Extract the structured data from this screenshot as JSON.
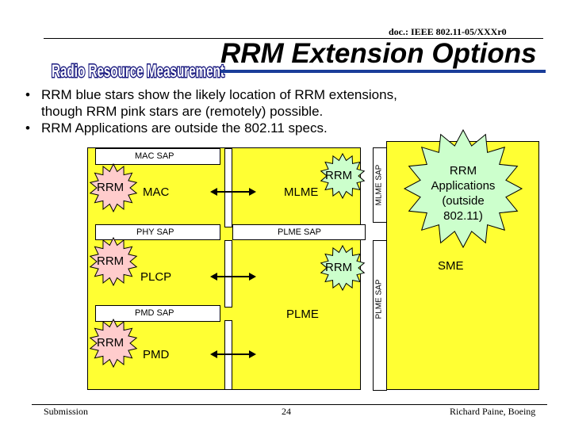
{
  "header": {
    "doc_id": "doc.: IEEE 802.11-05/XXXr0",
    "title": "RRM Extension Options",
    "logo_text": "Radio Resource Measurement"
  },
  "bullets": [
    {
      "line1": "RRM blue stars show the likely location of RRM extensions,",
      "line2": "though RRM pink stars are (remotely) possible."
    },
    {
      "line1": "RRM Applications are outside the 802.11 specs.",
      "line2": ""
    }
  ],
  "diagram": {
    "mac_sap": "MAC SAP",
    "mac": "MAC",
    "mlme": "MLME",
    "mlme_sap": "MLME SAP",
    "phy_sap": "PHY SAP",
    "plme_sap_h": "PLME SAP",
    "plcp": "PLCP",
    "plme_sap_v": "PLME SAP",
    "pmd_sap": "PMD SAP",
    "plme": "PLME",
    "pmd": "PMD",
    "sme": "SME",
    "rrm_label": "RRM",
    "rrm_app_lines": [
      "RRM",
      "Applications",
      "(outside",
      "802.11)"
    ],
    "colors": {
      "yellow": "#ffff33",
      "pink_star": "#ffcccc",
      "blue_star": "#ccffcc",
      "app_star": "#ccffcc"
    }
  },
  "footer": {
    "left": "Submission",
    "page": "24",
    "right": "Richard Paine, Boeing"
  }
}
